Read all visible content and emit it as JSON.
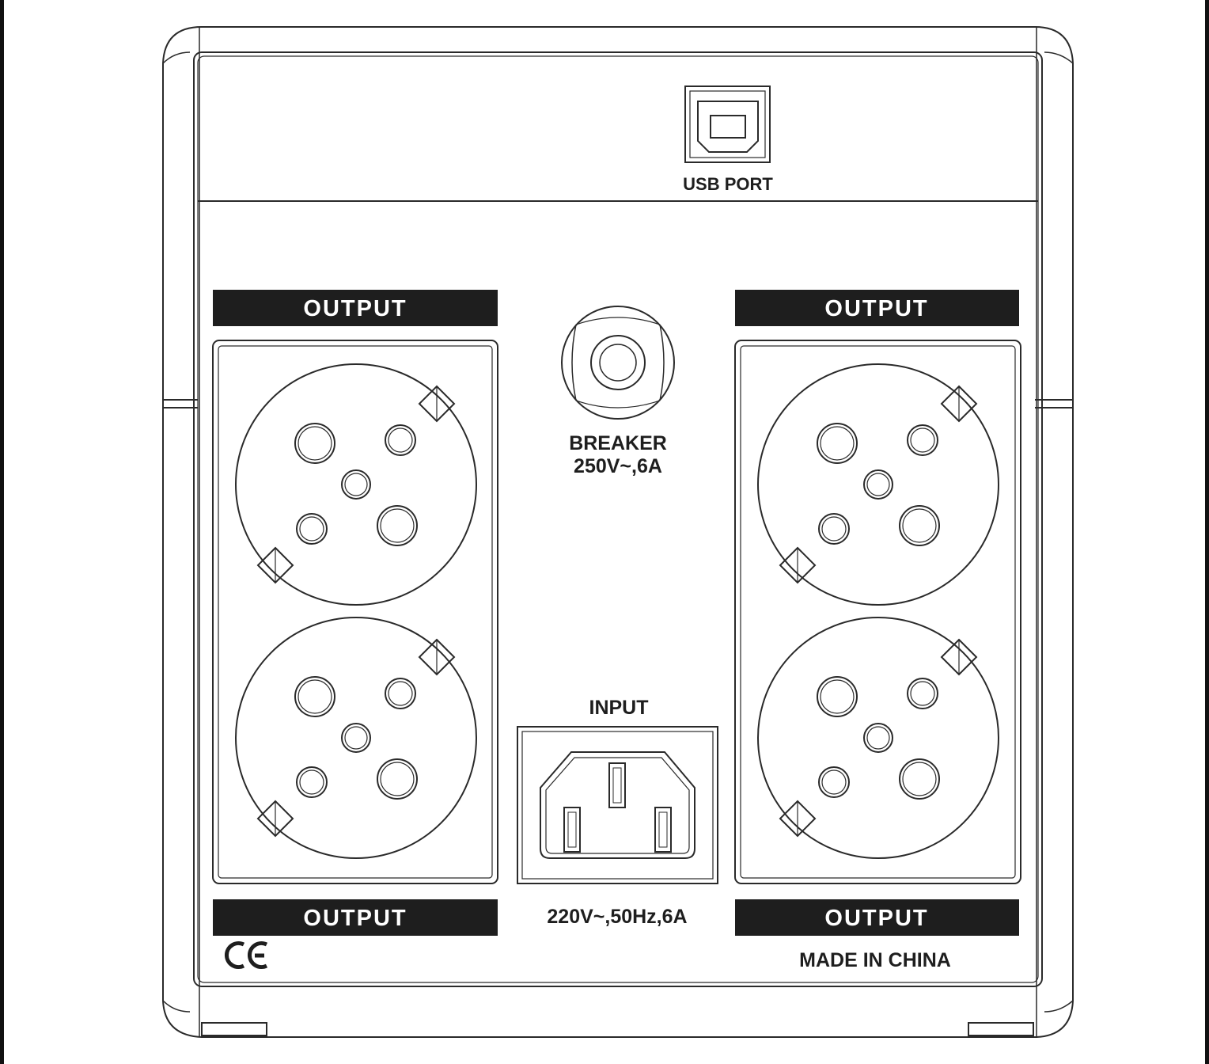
{
  "labels": {
    "usb_port": "USB PORT",
    "output_top_left": "OUTPUT",
    "output_top_right": "OUTPUT",
    "output_bottom_left": "OUTPUT",
    "output_bottom_right": "OUTPUT",
    "breaker_title": "BREAKER",
    "breaker_rating": "250V~,6A",
    "input_title": "INPUT",
    "input_rating": "220V~,50Hz,6A",
    "origin": "MADE IN CHINA",
    "ce_mark": "CE"
  },
  "colors": {
    "line": "#2a2a2a",
    "label_fill": "#1e1e1e",
    "label_text": "#ffffff",
    "page": "#ffffff",
    "frame_edge": "#111111"
  }
}
